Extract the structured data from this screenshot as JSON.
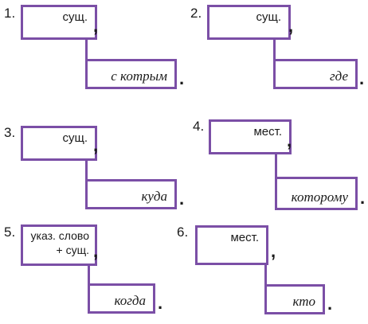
{
  "schemes": [
    {
      "number": "1.",
      "main": "сущ.",
      "comma": ",",
      "sub": "с котрым",
      "dot": "."
    },
    {
      "number": "2.",
      "main": "сущ.",
      "comma": ",",
      "sub": "где",
      "dot": "."
    },
    {
      "number": "3.",
      "main": "сущ.",
      "comma": ",",
      "sub": "куда",
      "dot": "."
    },
    {
      "number": "4.",
      "main": "мест.",
      "comma": ",",
      "sub": "которому",
      "dot": "."
    },
    {
      "number": "5.",
      "main_line1": "указ. слово",
      "main_line2": "+ сущ.",
      "comma": ",",
      "sub": "когда",
      "dot": "."
    },
    {
      "number": "6.",
      "main": "мест.",
      "comma": ",",
      "sub": "кто",
      "dot": "."
    }
  ],
  "colors": {
    "border": "#7b4fa6",
    "text": "#1a1a1a"
  }
}
